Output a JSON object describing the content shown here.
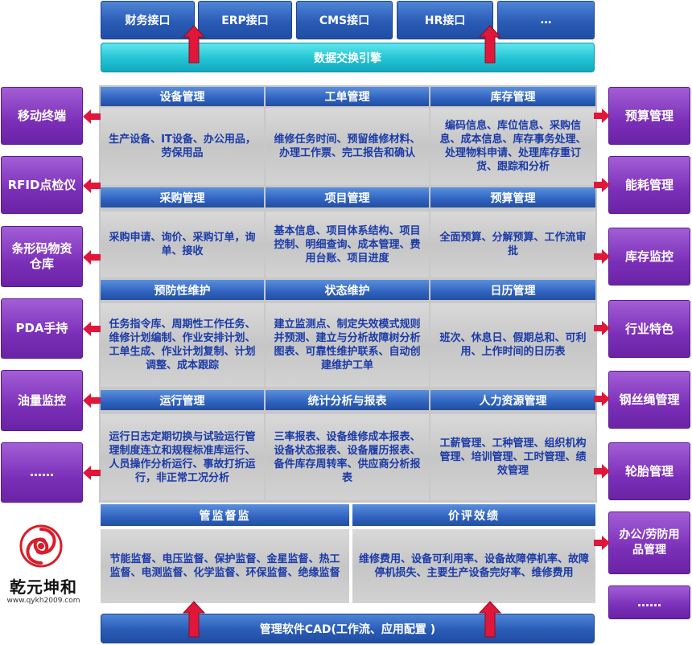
{
  "top_interfaces": [
    "财务接口",
    "ERP接口",
    "CMS接口",
    "HR接口",
    "…"
  ],
  "exchange_engine": "数据交换引擎",
  "rows": [
    {
      "headers": [
        "设备管理",
        "工单管理",
        "库存管理"
      ],
      "cells": [
        "生产设备、IT设备、办公用品，劳保用品",
        "维修任务时间、预留维修材料、办理工作票、完工报告和确认",
        "编码信息、库位信息、采购信息、成本信息、库存事务处理、处理物料申请、处理库存重订货、跟踪和分析"
      ]
    },
    {
      "headers": [
        "采购管理",
        "项目管理",
        "预算管理"
      ],
      "cells": [
        "采购申请、询价、采购订单，询单、接收",
        "基本信息、项目体系结构、项目控制、明细查询、成本管理、费用台账、项目进度",
        "全面预算、分解预算、工作流审批"
      ]
    },
    {
      "headers": [
        "预防性维护",
        "状态维护",
        "日历管理"
      ],
      "cells": [
        "任务指令库、周期性工作任务、维修计划编制、作业安排计划、工单生成、作业计划复制、计划调整、成本跟踪",
        "建立监测点、制定失效模式规则并预测、建立与分析故障树分析图表、可靠性维护联系、自动创建维护工单",
        "班次、休息日、假期总和、可利用、上作时间的日历表"
      ]
    },
    {
      "headers": [
        "运行管理",
        "统计分析与报表",
        "人力资源管理"
      ],
      "cells": [
        "运行日志定期切换与试验运行管理制度连立和规程标准库运行、人员操作分析运行、事故打折运行，非正常工况分析",
        "三率报表、设备维修成本报表、设备状态报表、设备履历报表、备件库存周转率、供应商分析报表",
        "工薪管理、工种管理、组织机构管理、培训管理、工时管理、绩效管理"
      ]
    }
  ],
  "bottom_section": {
    "headers": [
      "管监督监",
      "价评效绩"
    ],
    "cells": [
      "节能监督、电压监督、保护监督、金星监督、热工监督、电测监督、化学监督、环保监督、绝缘监督",
      "维修费用、设备可利用率、设备故障停机率、故障停机损失、主要生产设备完好率、维修费用"
    ]
  },
  "footer_bar": "管理软件CAD(工作流、应用配置 )",
  "left_items": [
    "移动终端",
    "RFID点检仪",
    "条形码物资仓库",
    "PDA手持",
    "油量监控",
    "……"
  ],
  "right_items": [
    "预算管理",
    "能耗管理",
    "库存监控",
    "行业特色",
    "钢丝绳管理",
    "轮胎管理",
    "办公/劳防用品管理",
    "……"
  ],
  "logo": {
    "name": "乾元坤和",
    "url": "www.qykh2009.com"
  },
  "colors": {
    "header_blue": "#2f62bf",
    "side_purple": "#7b2fb8",
    "arrow_red": "#e0173a",
    "cell_text": "#1a3aa8",
    "engine_teal": "#22c3d3"
  }
}
